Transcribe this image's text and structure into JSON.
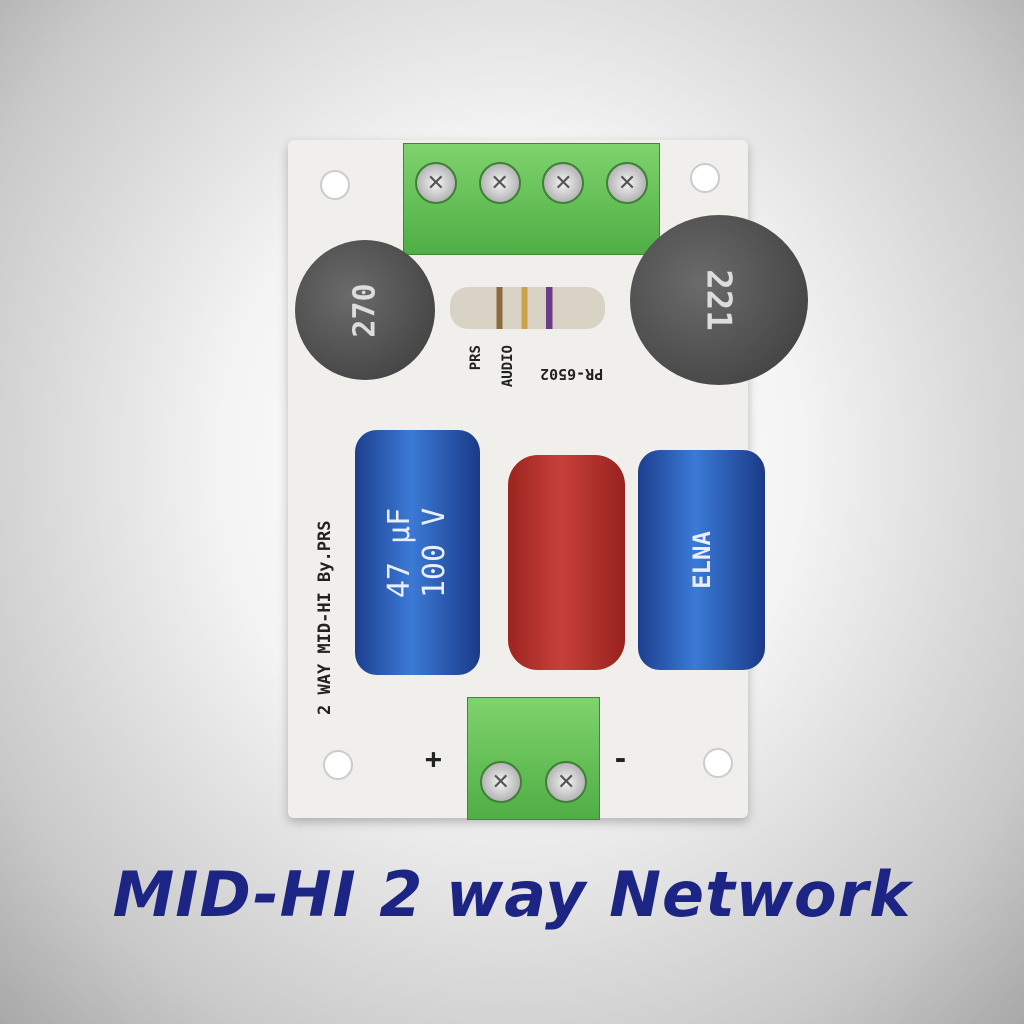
{
  "caption": "MID-HI 2 way Network",
  "board": {
    "side_label": "2 WAY MID-HI By.PRS",
    "brand_label_top": "PRS",
    "brand_label_bottom": "AUDIO",
    "model_label": "PR-6502",
    "left_inductor": "270",
    "right_inductor": "221",
    "left_cap_value": "47 µF",
    "left_cap_voltage": "100 V",
    "right_cap_brand": "ELNA",
    "plus_label": "+",
    "minus_label": "-"
  },
  "colors": {
    "caption": "#1c2583",
    "terminal": "#5cbf50",
    "capacitor_blue": "#2a5cb8",
    "capacitor_red": "#b8302c",
    "board": "#f1efec"
  }
}
